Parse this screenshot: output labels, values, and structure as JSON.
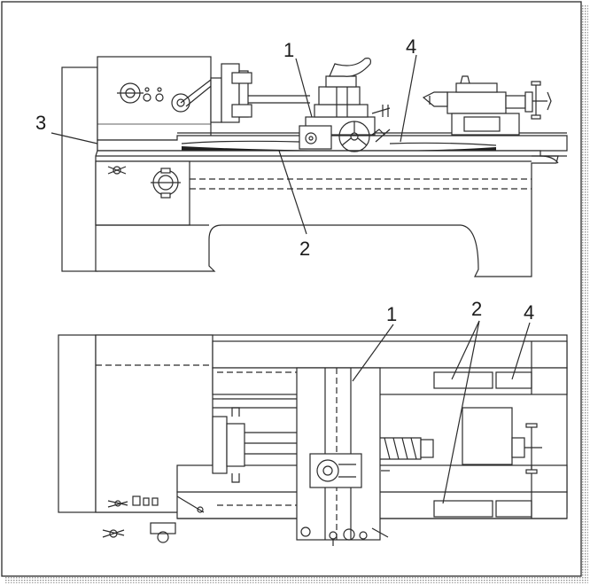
{
  "labels": {
    "top_1": "1",
    "top_2": "2",
    "top_3": "3",
    "top_4": "4",
    "bottom_1": "1",
    "bottom_2": "2",
    "bottom_4": "4"
  },
  "colors": {
    "line": "#2b2b2b",
    "frame_shadow": "#9a9a9a",
    "wear_fill": "#1f1f1f"
  }
}
